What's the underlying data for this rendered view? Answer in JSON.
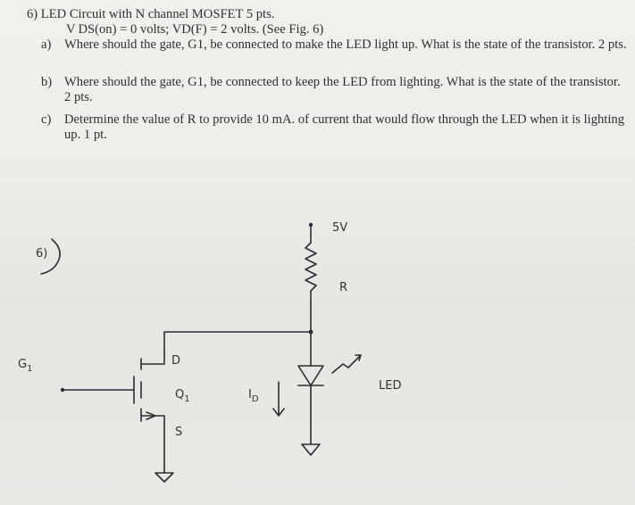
{
  "question": {
    "title": "6)  LED Circuit with N channel MOSFET 5 pts.",
    "given": "V DS(on) = 0 volts; VD(F) = 2 volts. (See Fig. 6)",
    "parts": [
      {
        "label": "a)",
        "text": "Where should the gate, G1, be connected to make the LED light up. What is the state of the transistor.  2 pts."
      },
      {
        "label": "b)",
        "text": "Where should the gate, G1, be connected to keep the LED from lighting. What is the state of the transistor.  2 pts."
      },
      {
        "label": "c)",
        "text": "Determine the value of R to provide 10 mA. of current that would flow through the LED when it is lighting up.  1 pt."
      }
    ]
  },
  "figure": {
    "number": "6)",
    "supply": "5V",
    "resistor": "R",
    "gate": "G",
    "gate_sub": "1",
    "drain": "D",
    "source": "S",
    "transistor": "Q",
    "transistor_sub": "1",
    "current": "I",
    "current_sub": "D",
    "led": "LED"
  }
}
